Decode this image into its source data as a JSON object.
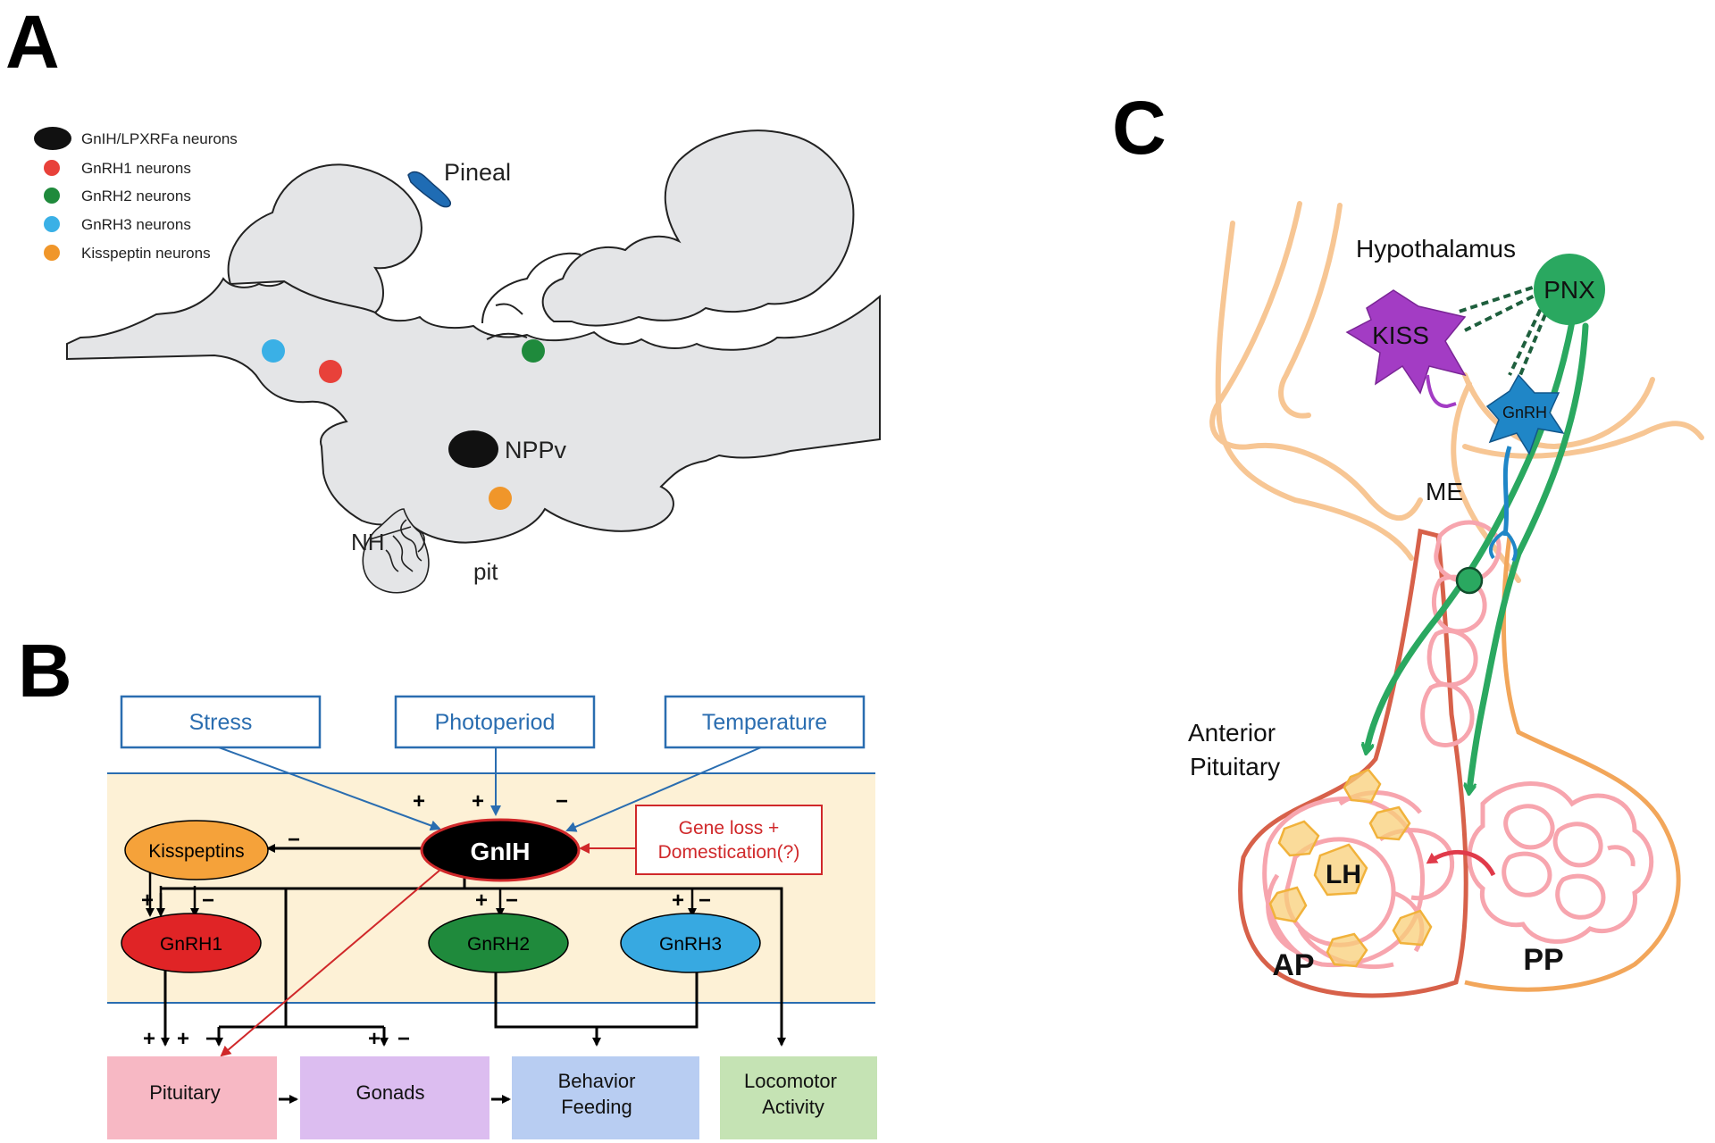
{
  "panels": {
    "a": "A",
    "b": "B",
    "c": "C"
  },
  "panel_a": {
    "legend": [
      {
        "label": "GnIH/LPXRFa neurons",
        "color": "#111111",
        "shape": "ellipse"
      },
      {
        "label": "GnRH1 neurons",
        "color": "#e8413a",
        "shape": "dot"
      },
      {
        "label": "GnRH2 neurons",
        "color": "#1f8a3c",
        "shape": "dot"
      },
      {
        "label": "GnRH3 neurons",
        "color": "#3ab0e6",
        "shape": "dot"
      },
      {
        "label": "Kisspeptin neurons",
        "color": "#f0962a",
        "shape": "dot"
      }
    ],
    "labels": {
      "pineal": "Pineal",
      "nppv": "NPPv",
      "nh": "NH",
      "pit": "pit"
    }
  },
  "panel_b": {
    "inputs": {
      "stress": "Stress",
      "photoperiod": "Photoperiod",
      "temperature": "Temperature"
    },
    "nodes": {
      "gnih": "GnIH",
      "kisspeptins": "Kisspeptins",
      "gnrh1": "GnRH1",
      "gnrh2": "GnRH2",
      "gnrh3": "GnRH3",
      "gene_loss_line1": "Gene loss +",
      "gene_loss_line2": "Domestication(?)"
    },
    "outputs": {
      "pituitary": "Pituitary",
      "gonads": "Gonads",
      "behavior_line1": "Behavior",
      "behavior_line2": "Feeding",
      "locomotor_line1": "Locomotor",
      "locomotor_line2": "Activity"
    },
    "signs": {
      "plus": "+",
      "minus": "−"
    },
    "colors": {
      "band": "#fdf1d6",
      "input_blue": "#2a6db0",
      "gnih_outline": "#d0282a",
      "kisspeptins": "#f5a23a",
      "gnrh1": "#e02426",
      "gnrh2": "#1f8a3c",
      "gnrh3": "#37a9e1",
      "pituitary": "#f7b8c4",
      "gonads": "#dcbdf0",
      "behavior": "#b8cdf2",
      "locomotor": "#c5e3b4"
    }
  },
  "panel_c": {
    "labels": {
      "hypothalamus": "Hypothalamus",
      "pnx": "PNX",
      "kiss": "KISS",
      "gnrh": "GnRH",
      "me": "ME",
      "anterior_line1": "Anterior",
      "anterior_line2": "Pituitary",
      "lh": "LH",
      "ap": "AP",
      "pp": "PP"
    },
    "colors": {
      "pnx": "#2aa860",
      "kiss": "#a33cc4",
      "gnrh": "#1f86c7",
      "hypothalamus_outline": "#f7c694",
      "ap_outline": "#d7614a",
      "pp_outline": "#f2a65a",
      "tissue": "#f7a5ae"
    }
  }
}
